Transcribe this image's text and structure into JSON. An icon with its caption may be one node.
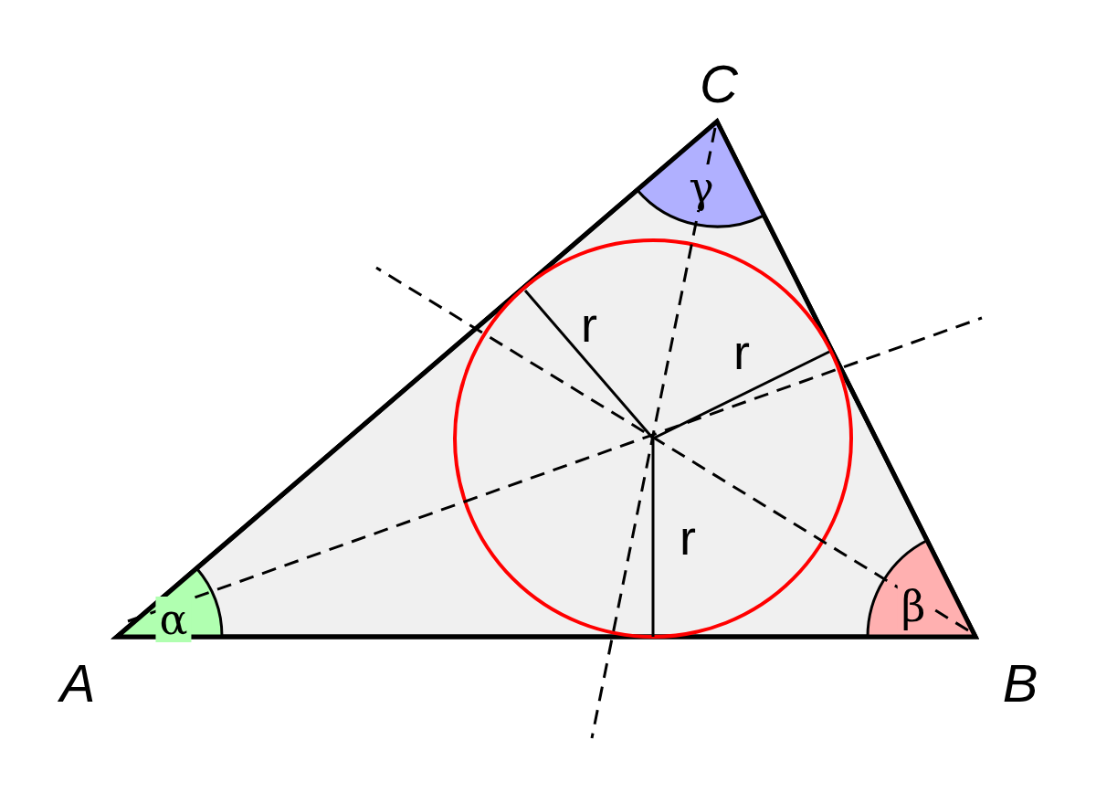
{
  "diagram": {
    "labels": [
      "C",
      "γ",
      "r",
      "r",
      "r",
      "β",
      "α",
      "A",
      "B"
    ]
  }
}
